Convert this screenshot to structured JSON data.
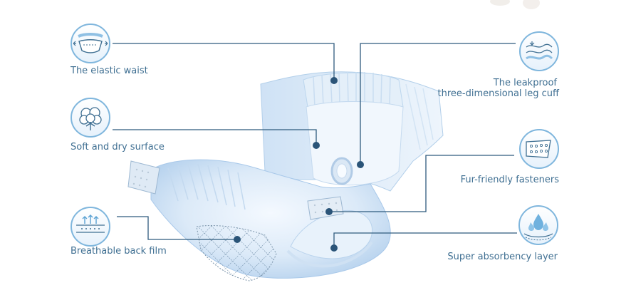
{
  "features": {
    "elastic_waist": {
      "label": "The elastic waist",
      "icon": "elastic-waist-icon"
    },
    "soft_surface": {
      "label": "Soft and dry surface",
      "icon": "cotton-icon"
    },
    "back_film": {
      "label": "Breathable back film",
      "icon": "breathable-film-icon"
    },
    "leg_cuff": {
      "line1": "The leakproof",
      "line2": "three-dimensional leg cuff",
      "icon": "leg-cuff-icon"
    },
    "fasteners": {
      "label": "Fur-friendly fasteners",
      "icon": "fastener-icon"
    },
    "absorbency": {
      "label": "Super absorbency layer",
      "icon": "water-drops-icon"
    }
  },
  "colors": {
    "text": "#3f6f92",
    "line": "#2f5b7e",
    "dot": "#2a5478",
    "icon_ring": "#7fb6dd",
    "diaper_light": "#eaf3fc",
    "diaper_mid": "#c9def3",
    "diaper_edge": "#a9c9ea"
  }
}
